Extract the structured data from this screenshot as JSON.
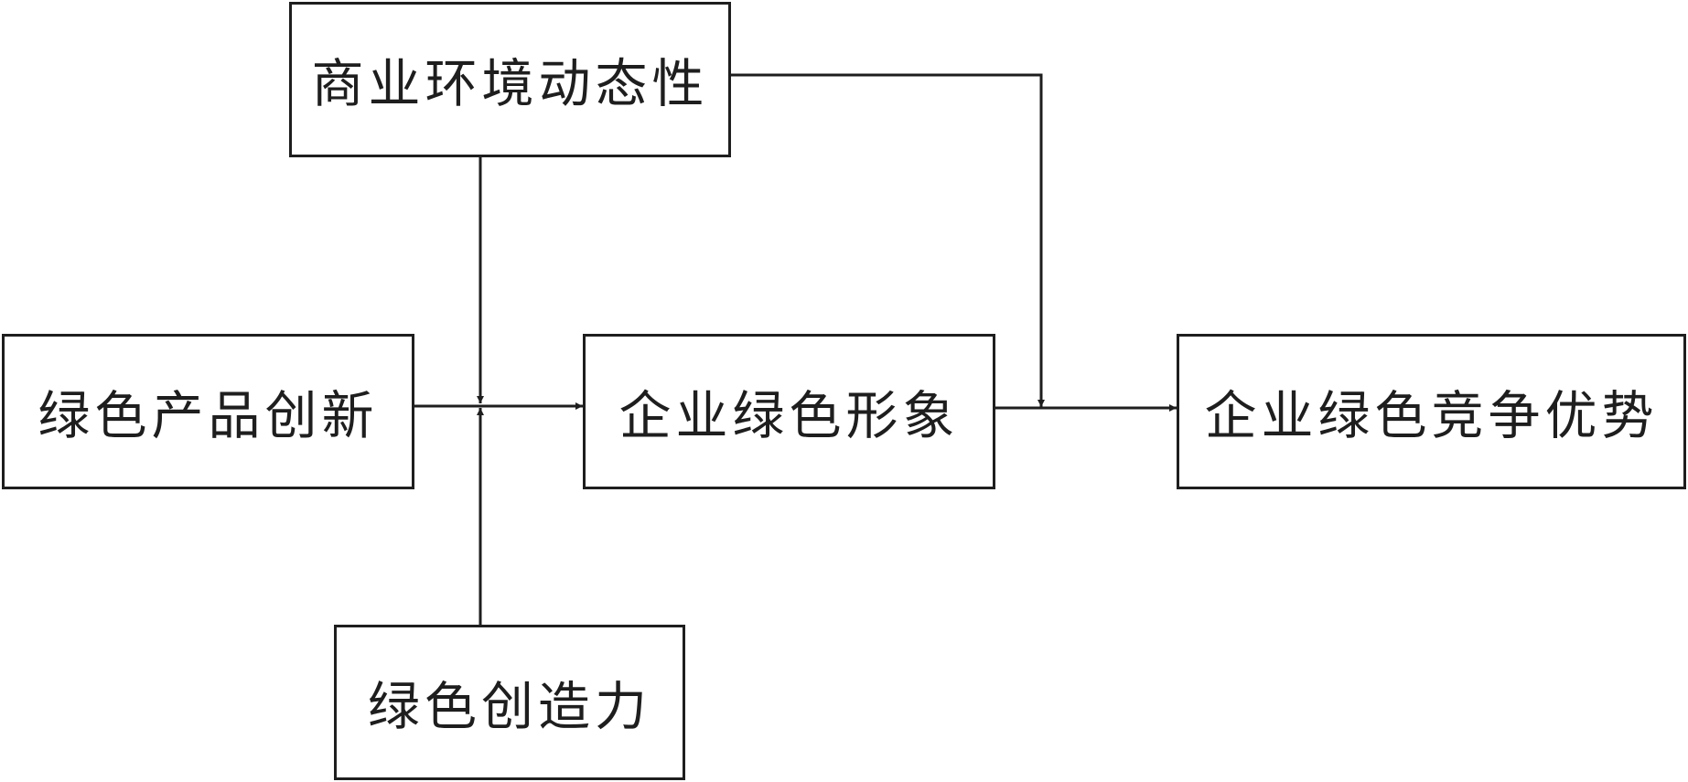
{
  "diagram": {
    "nodes": {
      "business_env_dynamism": "商业环境动态性",
      "green_product_innovation": "绿色产品创新",
      "corporate_green_image": "企业绿色形象",
      "green_competitive_advantage": "企业绿色竞争优势",
      "green_creativity": "绿色创造力"
    },
    "edges": [
      {
        "from": "green_product_innovation",
        "to": "corporate_green_image"
      },
      {
        "from": "corporate_green_image",
        "to": "green_competitive_advantage"
      },
      {
        "from": "business_env_dynamism",
        "to": "edge:green_product_innovation->corporate_green_image",
        "kind": "moderation"
      },
      {
        "from": "green_creativity",
        "to": "edge:green_product_innovation->corporate_green_image",
        "kind": "moderation"
      },
      {
        "from": "business_env_dynamism",
        "to": "edge:corporate_green_image->green_competitive_advantage",
        "kind": "moderation"
      }
    ],
    "colors": {
      "line": "#1e1e1e",
      "box_border": "#1e1e1e",
      "background": "#ffffff"
    }
  }
}
